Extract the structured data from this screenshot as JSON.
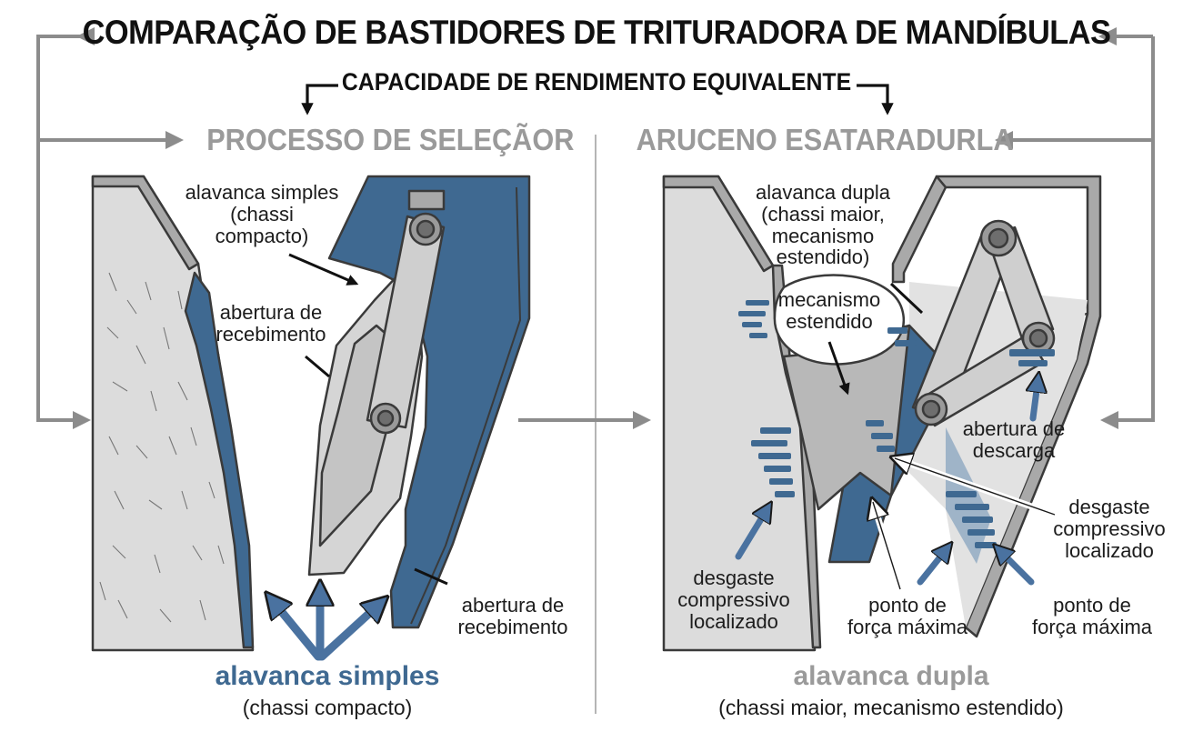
{
  "title": "COMPARAÇÃO DE BASTIDORES DE TRITURADORA DE MANDÍBULAS",
  "subtitle": "CAPACIDADE DE RENDIMENTO EQUIVALENTE",
  "colors": {
    "blue": "#3f6991",
    "light_gray": "#d9d9d9",
    "mid_gray": "#a9a9a9",
    "outline": "#3a3a3a",
    "heading_gray": "#9a9a9a"
  },
  "left": {
    "heading": "PROCESSO DE SELEÇÃOR",
    "callout_top": [
      "alavanca simples",
      "(chassi",
      "compacto)"
    ],
    "callout_opening": [
      "abertura de",
      "recebimento"
    ],
    "callout_bottom_right": [
      "abertura de",
      "recebimento"
    ],
    "bottom_title": "alavanca simples",
    "bottom_subtitle": "(chassi compacto)"
  },
  "right": {
    "heading": "ARUCENO ESATARADURLA",
    "callout_top": [
      "alavanca dupla",
      "(chassi maior,",
      "mecanismo",
      "estendido)"
    ],
    "callout_mechanism": [
      "mecanismo",
      "estendido"
    ],
    "callout_discharge": [
      "abertura de",
      "descarga"
    ],
    "callout_wear_right": [
      "desgaste",
      "compressivo",
      "localizado"
    ],
    "callout_wear_left": [
      "desgaste",
      "compressivo",
      "localizado"
    ],
    "callout_force_center": [
      "ponto de",
      "força máxima"
    ],
    "callout_force_right": [
      "ponto de",
      "força máxima"
    ],
    "bottom_title": "alavanca dupla",
    "bottom_subtitle": "(chassi maior, mecanismo estendido)"
  }
}
